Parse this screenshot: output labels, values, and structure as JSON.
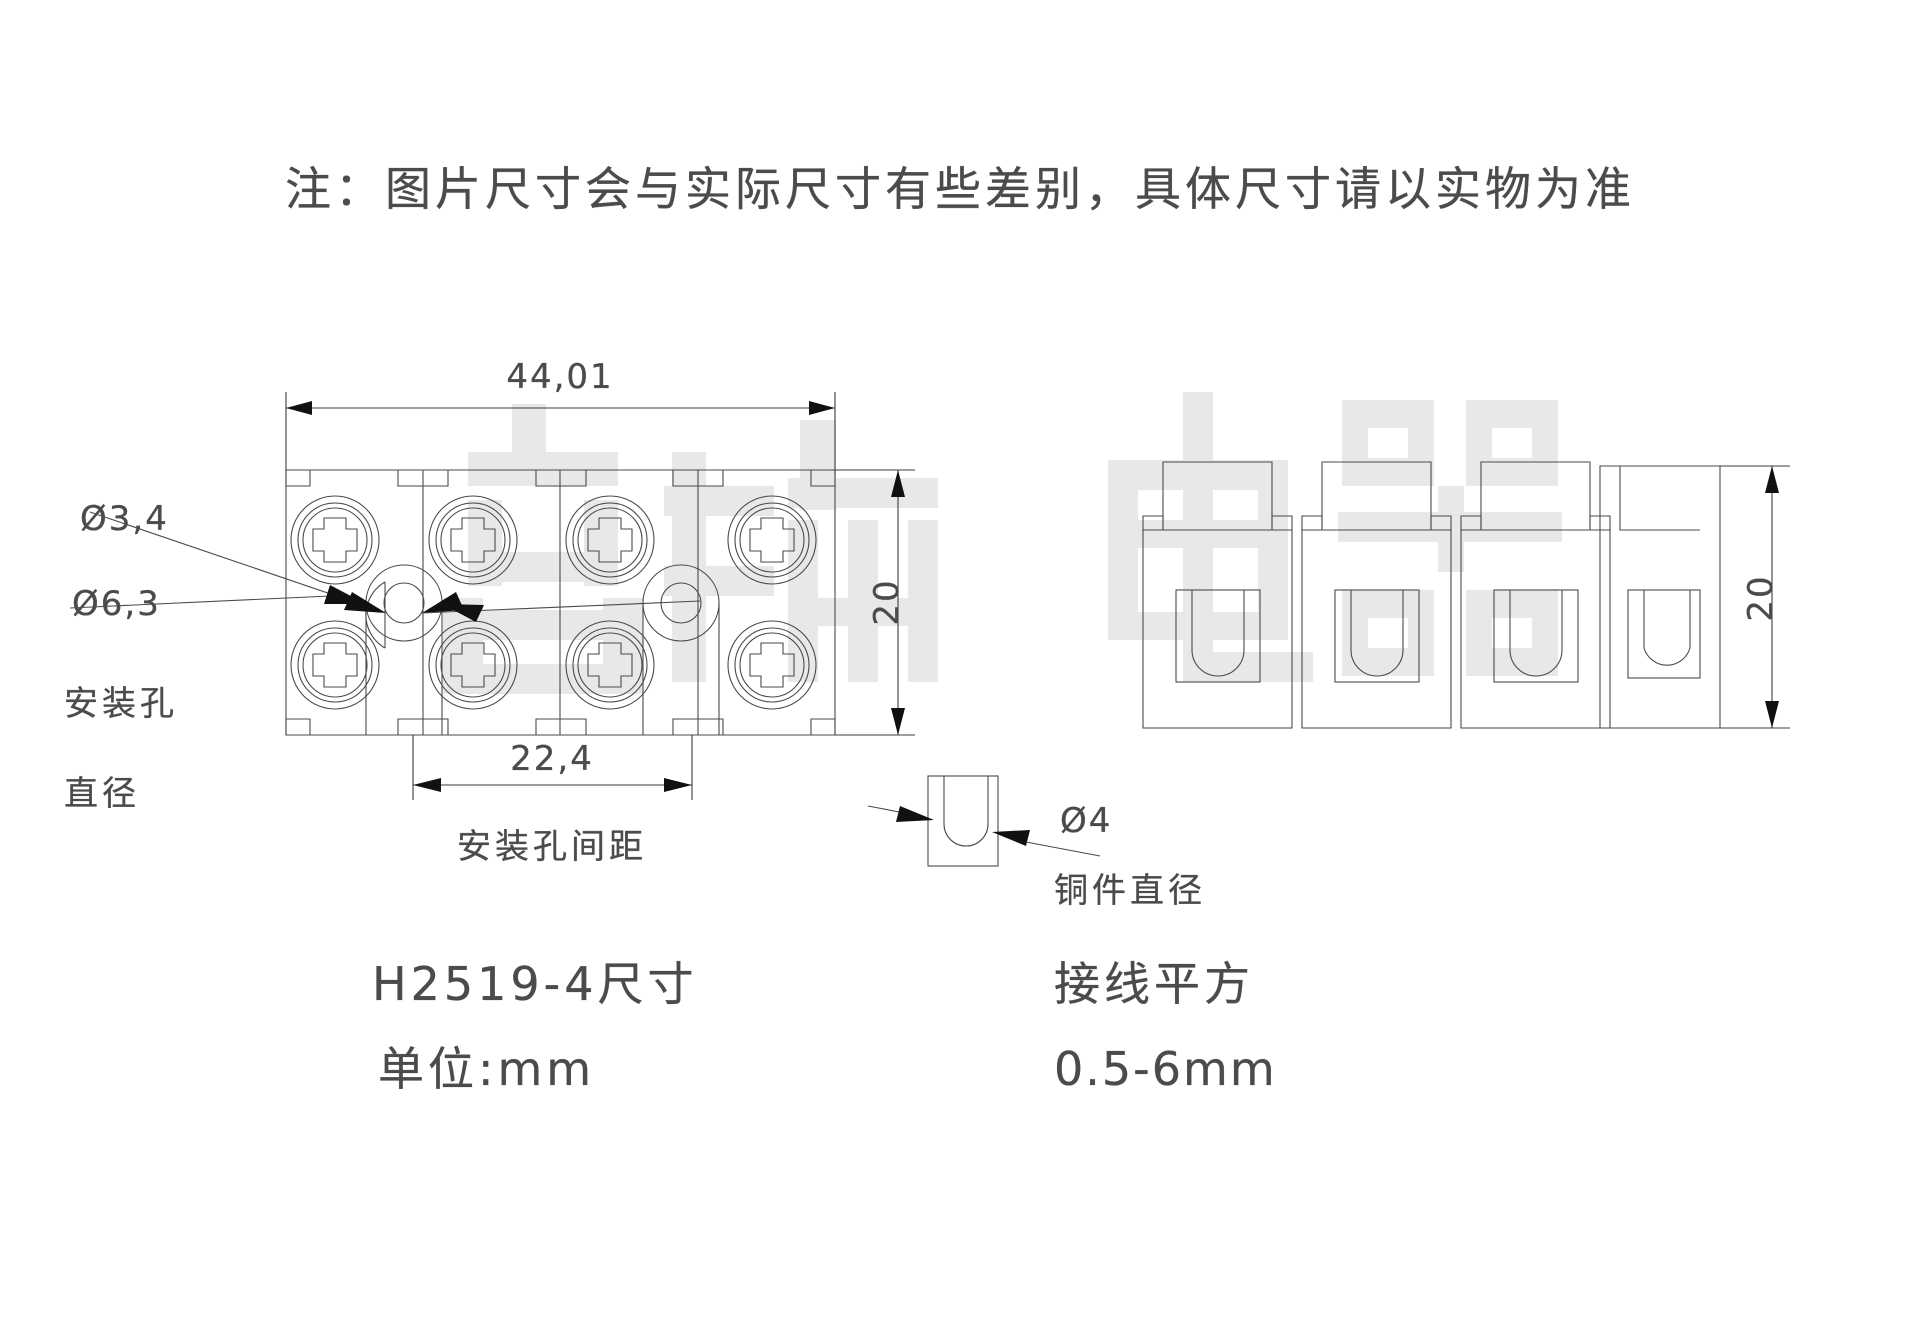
{
  "drawing": {
    "title_note": "注：图片尺寸会与实际尺寸有些差别，具体尺寸请以实物为准",
    "units_note": "单位:mm",
    "part_title": "H2519-4尺寸",
    "dimensions": {
      "overall_width": "44,01",
      "overall_height": "20",
      "overall_height_right": "20",
      "hole_spacing": "22,4",
      "mount_hole_small": "Ø3,4",
      "mount_hole_large": "Ø6,3",
      "copper_diameter": "Ø4"
    },
    "labels": {
      "mount_hole_diameter_line1": "安装孔",
      "mount_hole_diameter_line2": "直径",
      "hole_spacing_label": "安装孔间距",
      "copper_diameter_label": "铜件直径",
      "wire_section_label": "接线平方",
      "wire_section_value": "0.5-6mm"
    },
    "watermark": "鼎瑞电器",
    "colors": {
      "line": "#4a4a4a",
      "dimension": "#3c3c3c",
      "text": "#4b4b4b",
      "watermark": "#e8e8e8",
      "background": "#ffffff"
    }
  }
}
